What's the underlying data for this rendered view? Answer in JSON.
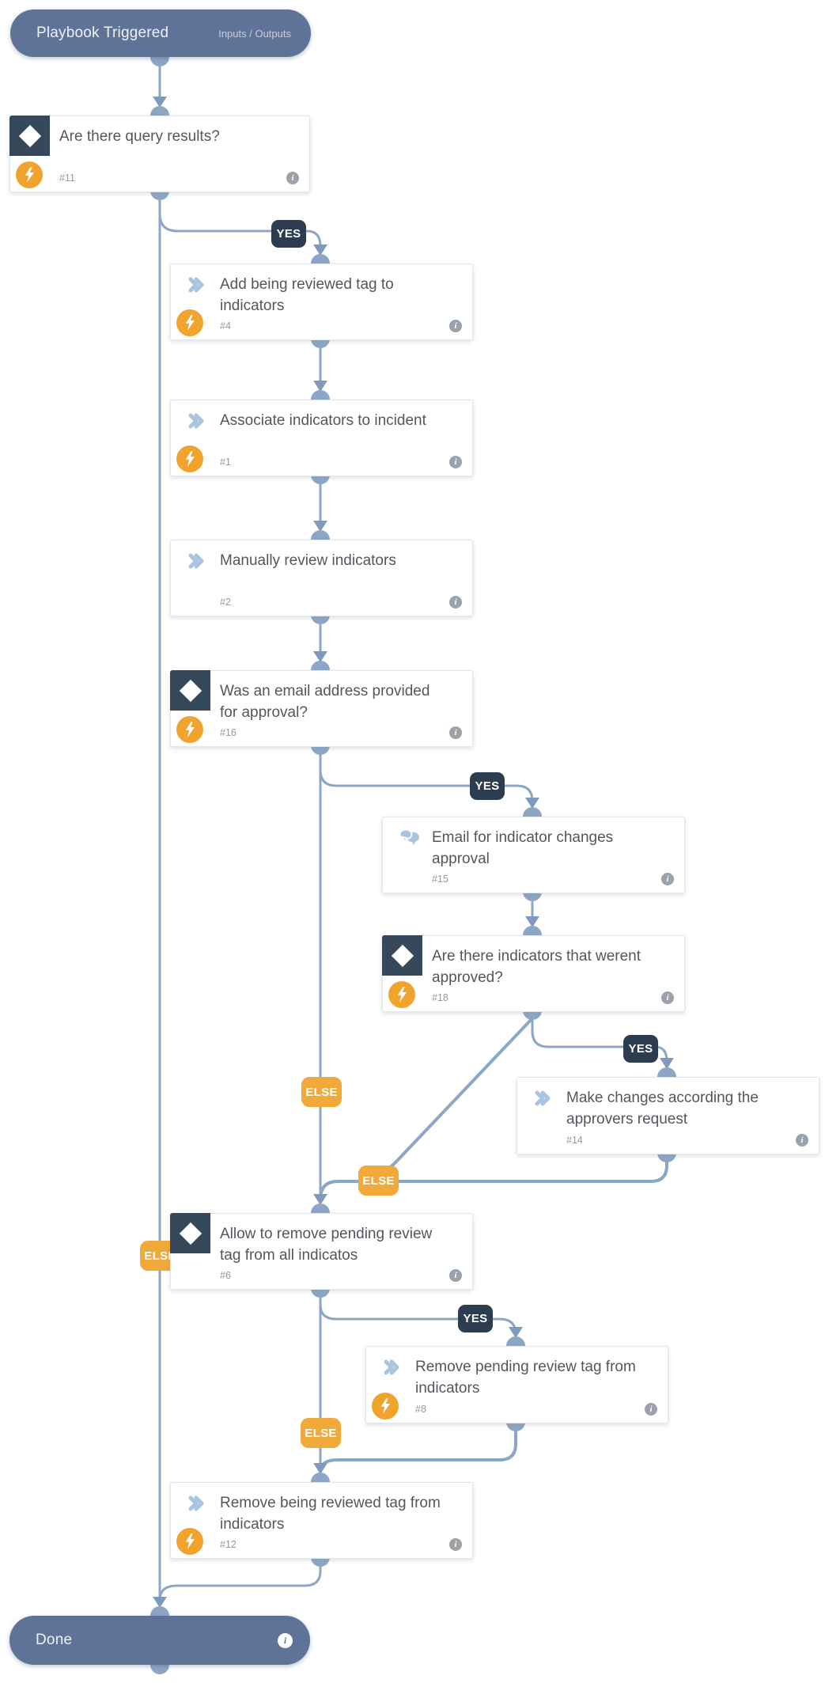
{
  "colors": {
    "connector": "#8ca7c5",
    "arrow_port": "#7e9bbe",
    "terminal_pill": "#5f7398",
    "yes_badge": "#2c3d4f",
    "else_badge": "#f2a93c",
    "condition_icon_bg": "#36495b",
    "automation_icon_bg": "#f0a42e",
    "task_icon": "#a9c4de",
    "card_title": "#52575d",
    "card_meta": "#9298a1"
  },
  "start_node": {
    "title": "Playbook Triggered",
    "action_label": "Inputs / Outputs"
  },
  "end_node": {
    "title": "Done"
  },
  "branch_labels": {
    "yes": "YES",
    "else": "ELSE"
  },
  "icons": {
    "info_glyph": "i"
  },
  "nodes": [
    {
      "id": "#11",
      "type": "condition",
      "title": "Are there query results?",
      "has_automation": true
    },
    {
      "id": "#4",
      "type": "task",
      "title": "Add being reviewed tag to indicators",
      "has_automation": true
    },
    {
      "id": "#1",
      "type": "task",
      "title": "Associate indicators to incident",
      "has_automation": true
    },
    {
      "id": "#2",
      "type": "task",
      "title": "Manually review indicators",
      "has_automation": false
    },
    {
      "id": "#16",
      "type": "condition",
      "title": "Was an email address provided for approval?",
      "has_automation": true
    },
    {
      "id": "#15",
      "type": "communication",
      "title": "Email for indicator changes approval",
      "has_automation": false
    },
    {
      "id": "#18",
      "type": "condition",
      "title": "Are there indicators that werent approved?",
      "has_automation": true
    },
    {
      "id": "#14",
      "type": "task",
      "title": "Make changes according the approvers request",
      "has_automation": false
    },
    {
      "id": "#6",
      "type": "condition",
      "title": "Allow to remove pending review tag from all indicatos",
      "has_automation": false
    },
    {
      "id": "#8",
      "type": "task",
      "title": "Remove pending review tag from indicators",
      "has_automation": true
    },
    {
      "id": "#12",
      "type": "task",
      "title": "Remove being reviewed tag from indicators",
      "has_automation": true
    }
  ]
}
